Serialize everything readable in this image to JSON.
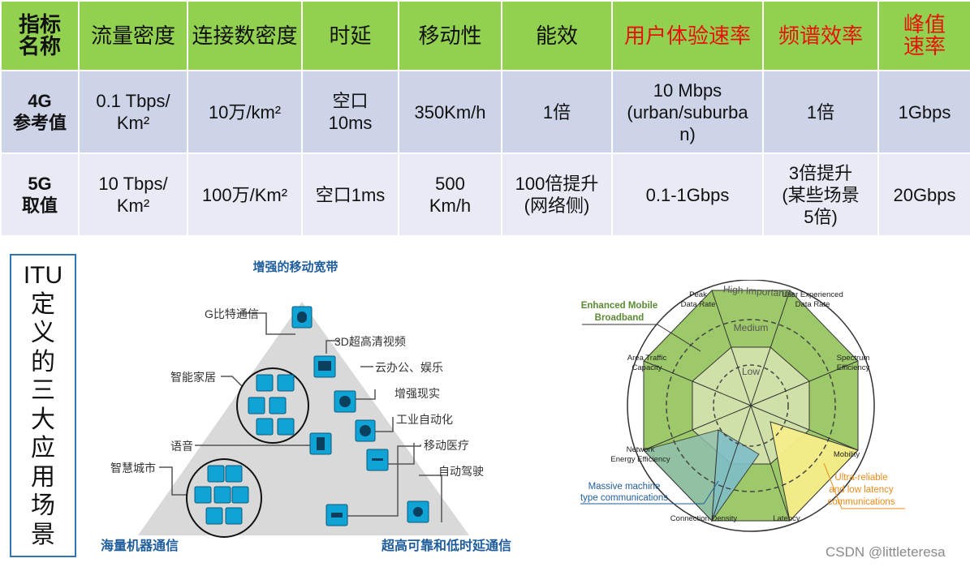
{
  "table": {
    "header": [
      "指标\n名称",
      "流量密度",
      "连接数密度",
      "时延",
      "移动性",
      "能效",
      "用户体验速率",
      "频谱效率",
      "峰值\n速率"
    ],
    "header_red": [
      false,
      false,
      false,
      false,
      false,
      false,
      true,
      true,
      true
    ],
    "rows": [
      [
        "4G\n参考值",
        "0.1 Tbps/\nKm²",
        "10万/km²",
        "空口\n10ms",
        "350Km/h",
        "1倍",
        "10 Mbps\n(urban/suburba\nn)",
        "1倍",
        "1Gbps"
      ],
      [
        "5G\n取值",
        "10 Tbps/\nKm²",
        "100万/Km²",
        "空口1ms",
        "500\nKm/h",
        "100倍提升\n(网络侧)",
        "0.1-1Gbps",
        "3倍提升\n(某些场景\n5倍)",
        "20Gbps"
      ]
    ]
  },
  "itu_label": "ITU定义的三大应用场景",
  "triangle": {
    "top": "增强的移动宽带",
    "bottom_left": "海量机器通信",
    "bottom_right": "超高可靠和低时延通信",
    "labels": [
      "G比特通信",
      "3D超高清视频",
      "云办公、娱乐",
      "智能家居",
      "增强现实",
      "工业自动化",
      "语音",
      "移动医疗",
      "智慧城市",
      "自动驾驶"
    ]
  },
  "radar": {
    "rings": [
      "High Importance",
      "Medium",
      "Low"
    ],
    "axes": [
      "Peak\nData Rate",
      "User Experienced\nData Rate",
      "Spectrum\nEfficiency",
      "Mobility",
      "Latency",
      "Connection Density",
      "Network\nEnergy Efficiency",
      "Area Traffic\nCapacity"
    ],
    "scenarios": [
      "Enhanced Mobile\nBroadband",
      "Massive machine\ntype communications",
      "Ultra-reliable\nand low latency\ncommunications"
    ],
    "colors": {
      "embb": "#5a8a32",
      "mmtc": "#1f5d9c",
      "urllc": "#e98c1a"
    }
  },
  "watermark": "CSDN @littleteresa"
}
